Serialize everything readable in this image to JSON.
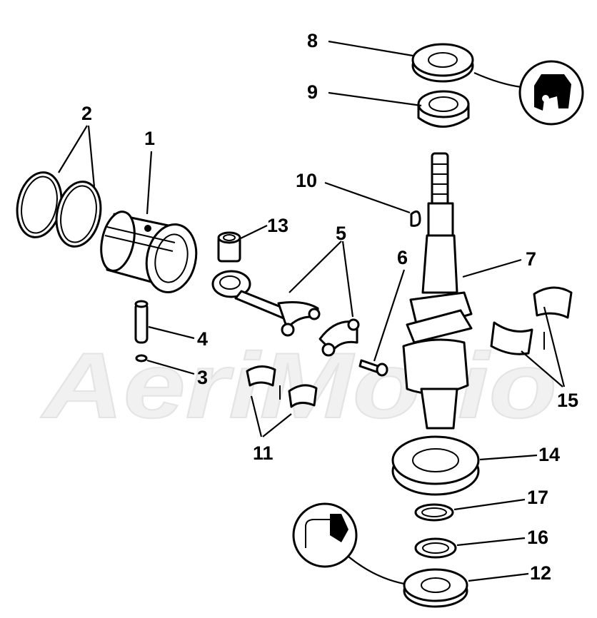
{
  "watermark": "AeriMotio",
  "callouts": [
    {
      "id": "1",
      "label": "1"
    },
    {
      "id": "2",
      "label": "2"
    },
    {
      "id": "3",
      "label": "3"
    },
    {
      "id": "4",
      "label": "4"
    },
    {
      "id": "5",
      "label": "5"
    },
    {
      "id": "6",
      "label": "6"
    },
    {
      "id": "7",
      "label": "7"
    },
    {
      "id": "8",
      "label": "8"
    },
    {
      "id": "9",
      "label": "9"
    },
    {
      "id": "10",
      "label": "10"
    },
    {
      "id": "11",
      "label": "11"
    },
    {
      "id": "12",
      "label": "12"
    },
    {
      "id": "13",
      "label": "13"
    },
    {
      "id": "14",
      "label": "14"
    },
    {
      "id": "15",
      "label": "15"
    },
    {
      "id": "16",
      "label": "16"
    },
    {
      "id": "17",
      "label": "17"
    }
  ],
  "icons": {
    "top_seal": "seal-application-icon",
    "bottom_seal": "seal-application-icon"
  }
}
